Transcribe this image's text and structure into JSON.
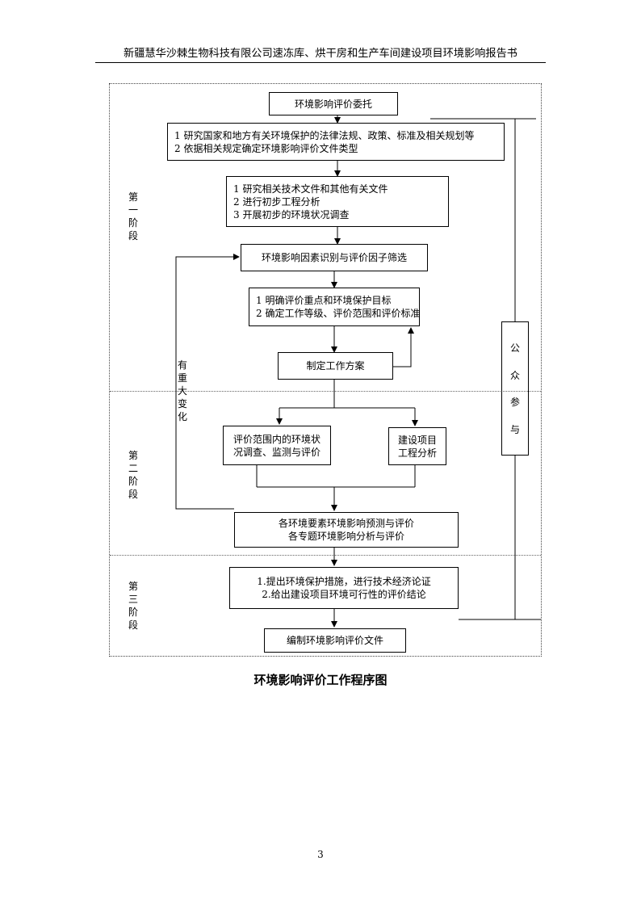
{
  "header": {
    "title": "新疆慧华沙棘生物科技有限公司速冻库、烘干房和生产车间建设项目环境影响报告书"
  },
  "flow": {
    "b1": "环境影响评价委托",
    "b2": [
      "1 研究国家和地方有关环境保护的法律法规、政策、标准及相关规划等",
      "2 依据相关规定确定环境影响评价文件类型"
    ],
    "b3": [
      "1 研究相关技术文件和其他有关文件",
      "2 进行初步工程分析",
      "3 开展初步的环境状况调查"
    ],
    "b4": "环境影响因素识别与评价因子筛选",
    "b5": [
      "1 明确评价重点和环境保护目标",
      "2 确定工作等级、评价范围和评价标准"
    ],
    "b6": "制定工作方案",
    "b7": [
      "评价范围内的环境状",
      "况调查、监测与评价"
    ],
    "b8": [
      "建设项目",
      "工程分析"
    ],
    "b9": [
      "各环境要素环境影响预测与评价",
      "各专题环境影响分析与评价"
    ],
    "b10": [
      "1.提出环境保护措施，进行技术经济论证",
      "2.给出建设项目环境可行性的评价结论"
    ],
    "b11": "编制环境影响评价文件"
  },
  "stages": {
    "s1": [
      "第",
      "一",
      "阶",
      "段"
    ],
    "s2": [
      "第",
      "二",
      "阶",
      "段"
    ],
    "s3": [
      "第",
      "三",
      "阶",
      "段"
    ]
  },
  "side": {
    "major_change": [
      "有",
      "重",
      "大",
      "变",
      "化"
    ],
    "public": [
      "公",
      "众",
      "参",
      "与"
    ]
  },
  "caption": "环境影响评价工作程序图",
  "page_number": "3"
}
